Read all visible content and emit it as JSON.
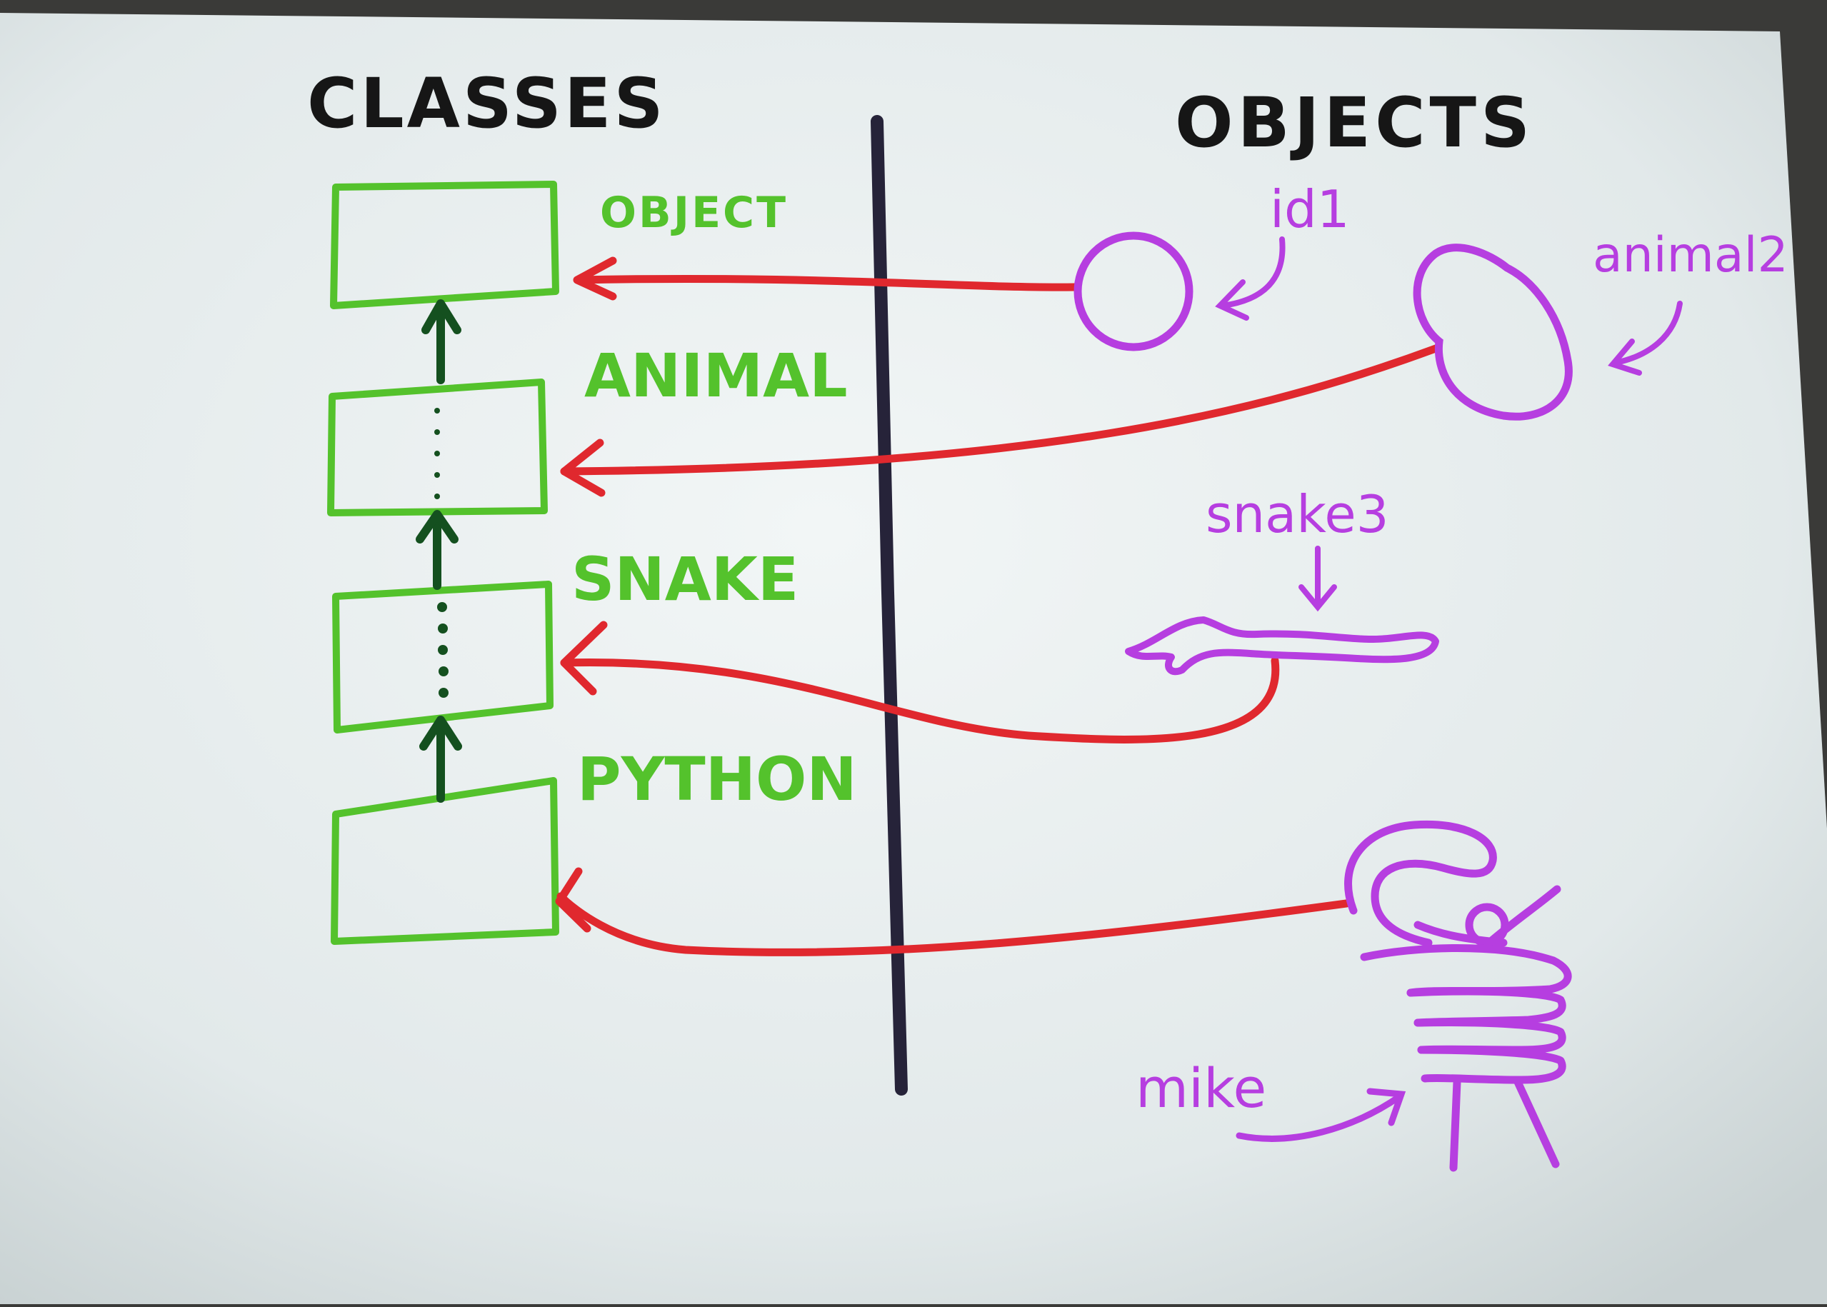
{
  "headings": {
    "classes": "CLASSES",
    "objects": "OBJECTS"
  },
  "classes": [
    {
      "label": "OBJECT"
    },
    {
      "label": "ANIMAL"
    },
    {
      "label": "SNAKE"
    },
    {
      "label": "PYTHON"
    }
  ],
  "objects": [
    {
      "label": "id1"
    },
    {
      "label": "animal2"
    },
    {
      "label": "snake3"
    },
    {
      "label": "mike"
    }
  ],
  "colors": {
    "paper": "#e9eeee",
    "green": "#54c22c",
    "dark_green": "#14501f",
    "red": "#e0282e",
    "purple": "#b63ee0",
    "divider": "#262339",
    "ink": "#161616"
  }
}
